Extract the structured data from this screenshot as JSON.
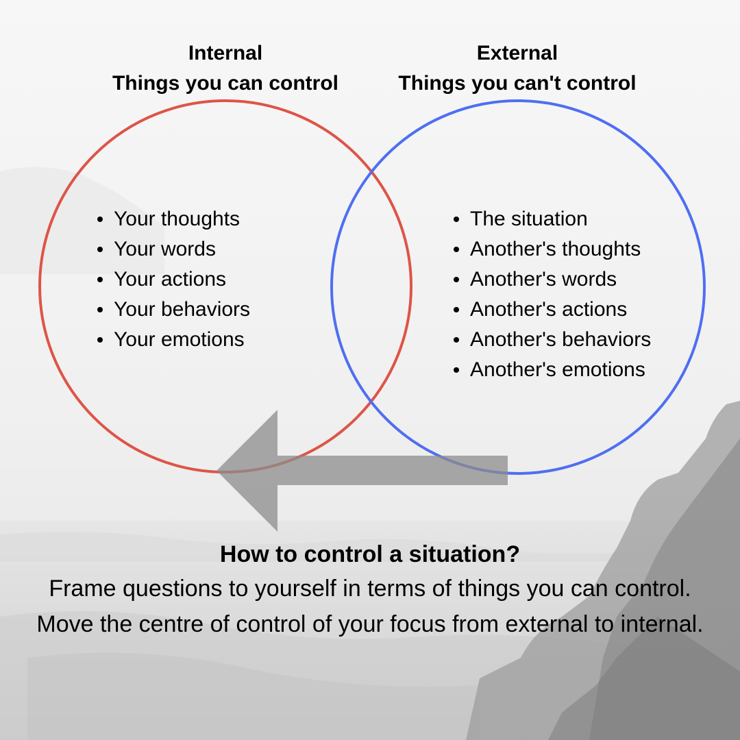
{
  "colors": {
    "internal_circle": "#de5447",
    "external_circle": "#4f6ef2",
    "arrow": "#8c8c8c",
    "text": "#000000"
  },
  "internal": {
    "heading": "Internal",
    "subheading": "Things you can control",
    "items": [
      "Your thoughts",
      "Your words",
      "Your actions",
      "Your behaviors",
      "Your emotions"
    ]
  },
  "external": {
    "heading": "External",
    "subheading": "Things you can't control",
    "items": [
      "The situation",
      "Another's thoughts",
      "Another's words",
      "Another's actions",
      "Another's behaviors",
      "Another's emotions"
    ]
  },
  "footer": {
    "title": "How to control a situation?",
    "line1": "Frame questions to yourself in terms of things you can control.",
    "line2": "Move the centre of control of your focus from external to internal."
  }
}
